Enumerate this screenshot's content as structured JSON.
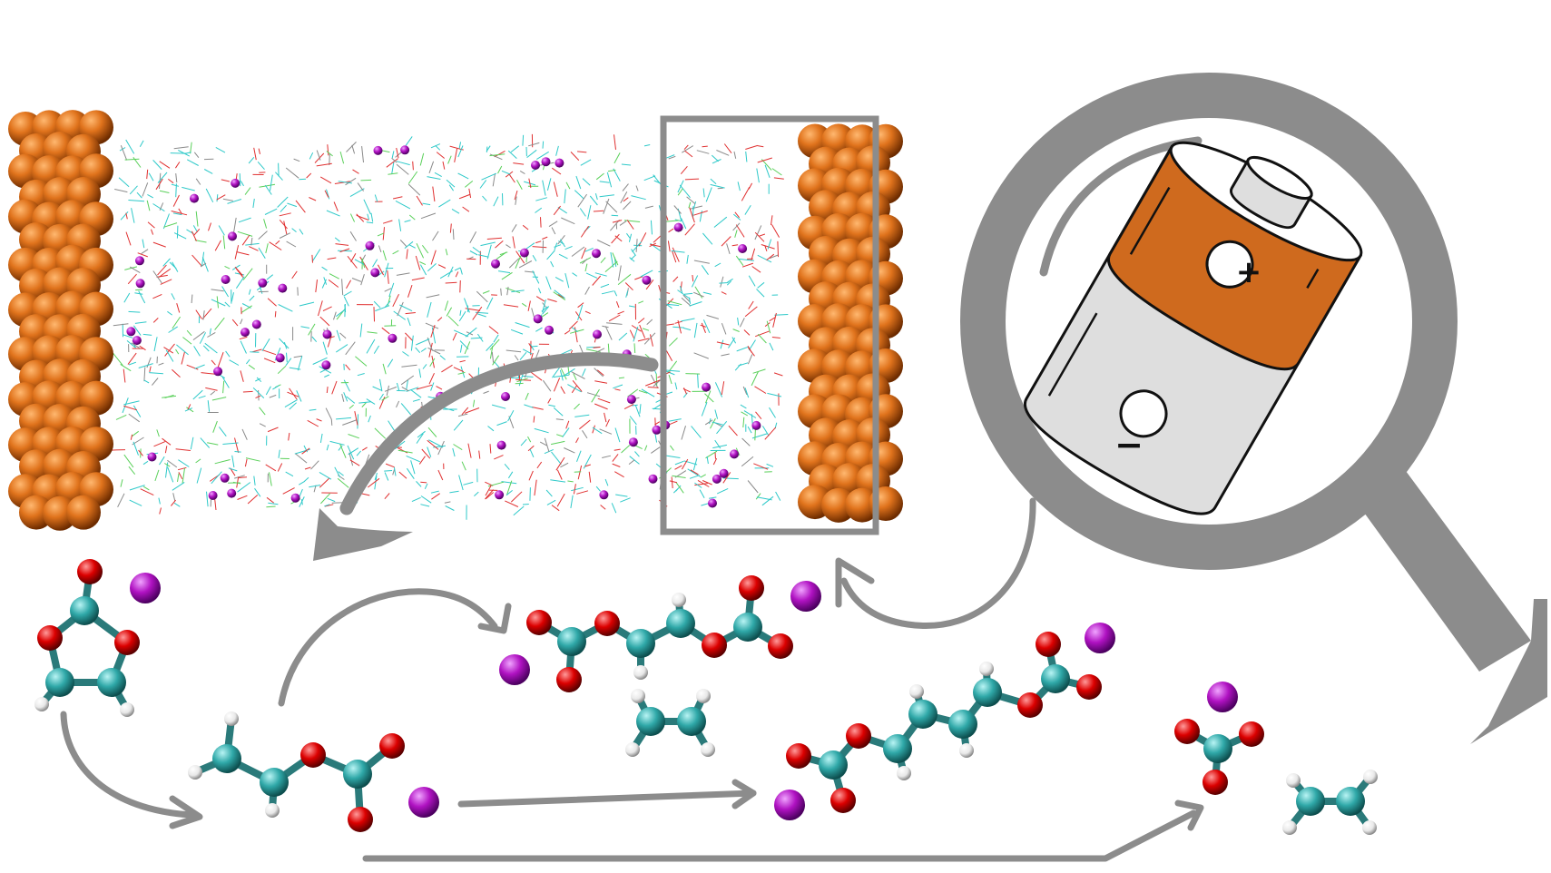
{
  "figure": {
    "title": "",
    "palette": {
      "electrode": "#c8620e",
      "electrode_dark": "#8a3a00",
      "electrode_light": "#f09a48",
      "carbon": "#2fa8a8",
      "oxygen": "#d40000",
      "hydrogen": "#ffffff",
      "lithium": "#b012c2",
      "arrow_gray": "#8c8c8c",
      "battery_orange": "#cf6a1e",
      "battery_gray": "#dedede"
    }
  },
  "battery": {
    "positive_symbol": "+",
    "negative_symbol": "−",
    "icon": "battery-icon"
  },
  "magnifier": {
    "icon": "magnifying-glass-icon"
  },
  "molecules": [
    {
      "name": "ethylene-carbonate",
      "icon": "molecule-icon"
    },
    {
      "name": "radical-intermediate",
      "icon": "molecule-icon"
    },
    {
      "name": "dicarbonate-short",
      "icon": "molecule-icon"
    },
    {
      "name": "ethylene-1",
      "icon": "molecule-icon"
    },
    {
      "name": "dicarbonate-long",
      "icon": "molecule-icon"
    },
    {
      "name": "carbonate-ion",
      "icon": "molecule-icon"
    },
    {
      "name": "ethylene-2",
      "icon": "molecule-icon"
    }
  ]
}
